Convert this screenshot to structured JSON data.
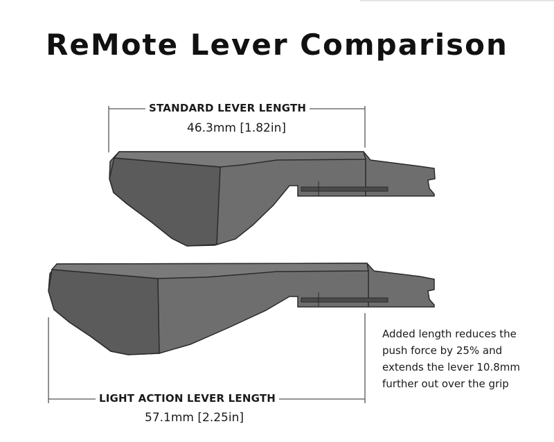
{
  "title": "ReMote Lever Comparison",
  "standard": {
    "label": "STANDARD LEVER LENGTH",
    "measurement": "46.3mm [1.82in]"
  },
  "light_action": {
    "label": "LIGHT ACTION LEVER LENGTH",
    "measurement": "57.1mm [2.25in]"
  },
  "note": {
    "lines": [
      "Added length reduces the",
      "push force by 25% and",
      "extends the lever 10.8mm",
      "further out over the grip"
    ]
  },
  "colors": {
    "lever_body": "#6e6e6e",
    "lever_face": "#5a5a5a",
    "outline": "#2a2a2a",
    "dimension_line": "#555555"
  }
}
